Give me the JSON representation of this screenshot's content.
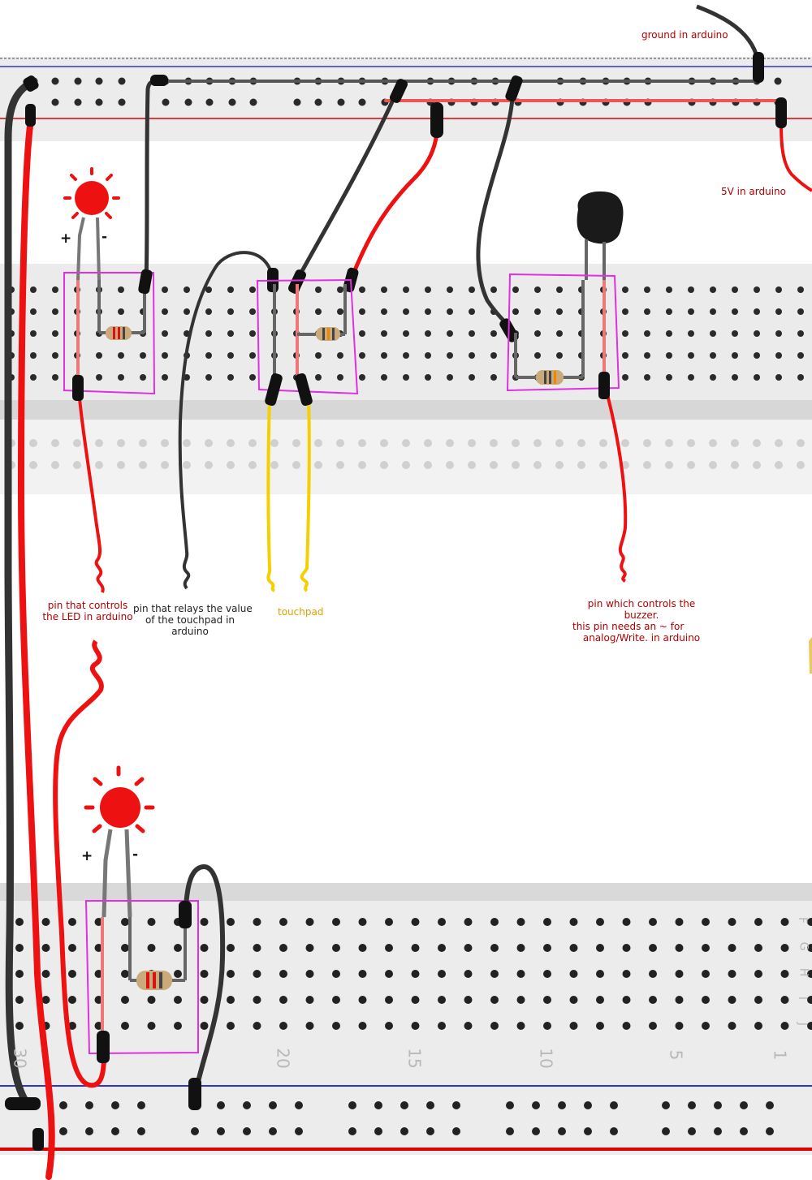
{
  "labels": {
    "ground": "ground in   arduino",
    "five_volt": "5V in    arduino",
    "led_pin_line1": "pin that controls",
    "led_pin_line2": "the LED in arduino",
    "touch_pin_line1": "pin that relays the value",
    "touch_pin_line2": "of the touchpad in",
    "touch_pin_line3": "arduino",
    "touchpad": "touchpad",
    "buzzer_line1": "pin which controls the",
    "buzzer_line2": "buzzer.",
    "buzzer_line3": "this pin needs an ~ for",
    "buzzer_line4": "analog/Write.  in arduino"
  },
  "led_top": {
    "plus": "+",
    "minus": "-"
  },
  "led_bottom": {
    "plus": "+",
    "minus": "-"
  },
  "column_numbers": [
    "30",
    "20",
    "15",
    "10",
    "5",
    "1"
  ],
  "row_letters": [
    "F",
    "G",
    "H",
    "I",
    "J"
  ],
  "colors": {
    "wire_black": "#333333",
    "wire_red": "#ee1111",
    "wire_yellow": "#f5d000",
    "highlight_box": "#e030e0",
    "board": "#ececec",
    "rail_blue": "#3333cc",
    "rail_red": "#dd0000"
  }
}
